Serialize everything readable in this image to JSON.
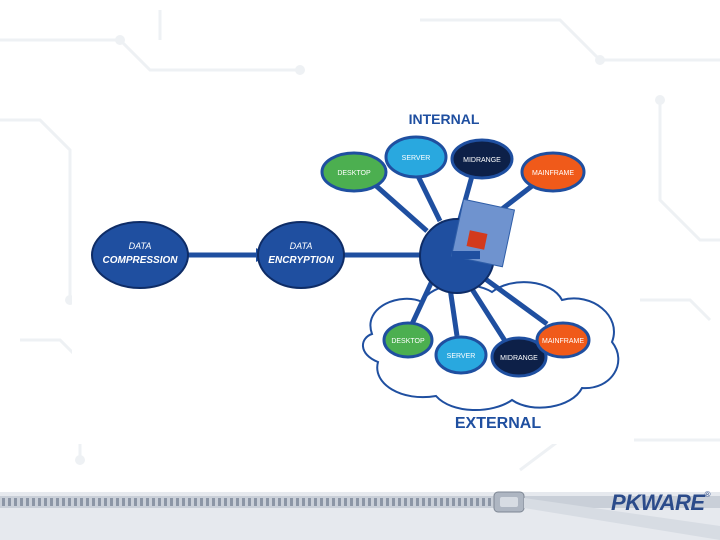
{
  "diagram": {
    "internal_label": "INTERNAL",
    "external_label": "EXTERNAL",
    "compression": {
      "line1": "DATA",
      "line2": "COMPRESSION"
    },
    "encryption": {
      "line1": "DATA",
      "line2": "ENCRYPTION"
    },
    "internal_nodes": [
      {
        "label": "DESKTOP",
        "color": "#4caf50"
      },
      {
        "label": "SERVER",
        "color": "#29a8df"
      },
      {
        "label": "MIDRANGE",
        "color": "#0d2048"
      },
      {
        "label": "MAINFRAME",
        "color": "#f05a1a"
      }
    ],
    "external_nodes": [
      {
        "label": "DESKTOP",
        "color": "#4caf50"
      },
      {
        "label": "SERVER",
        "color": "#29a8df"
      },
      {
        "label": "MIDRANGE",
        "color": "#0d2048"
      },
      {
        "label": "MAINFRAME",
        "color": "#f05a1a"
      }
    ],
    "hub_color": "#1f4fa0",
    "node_blue": "#1f4fa0"
  },
  "brand": {
    "name": "PKWARE",
    "mark": "®"
  }
}
